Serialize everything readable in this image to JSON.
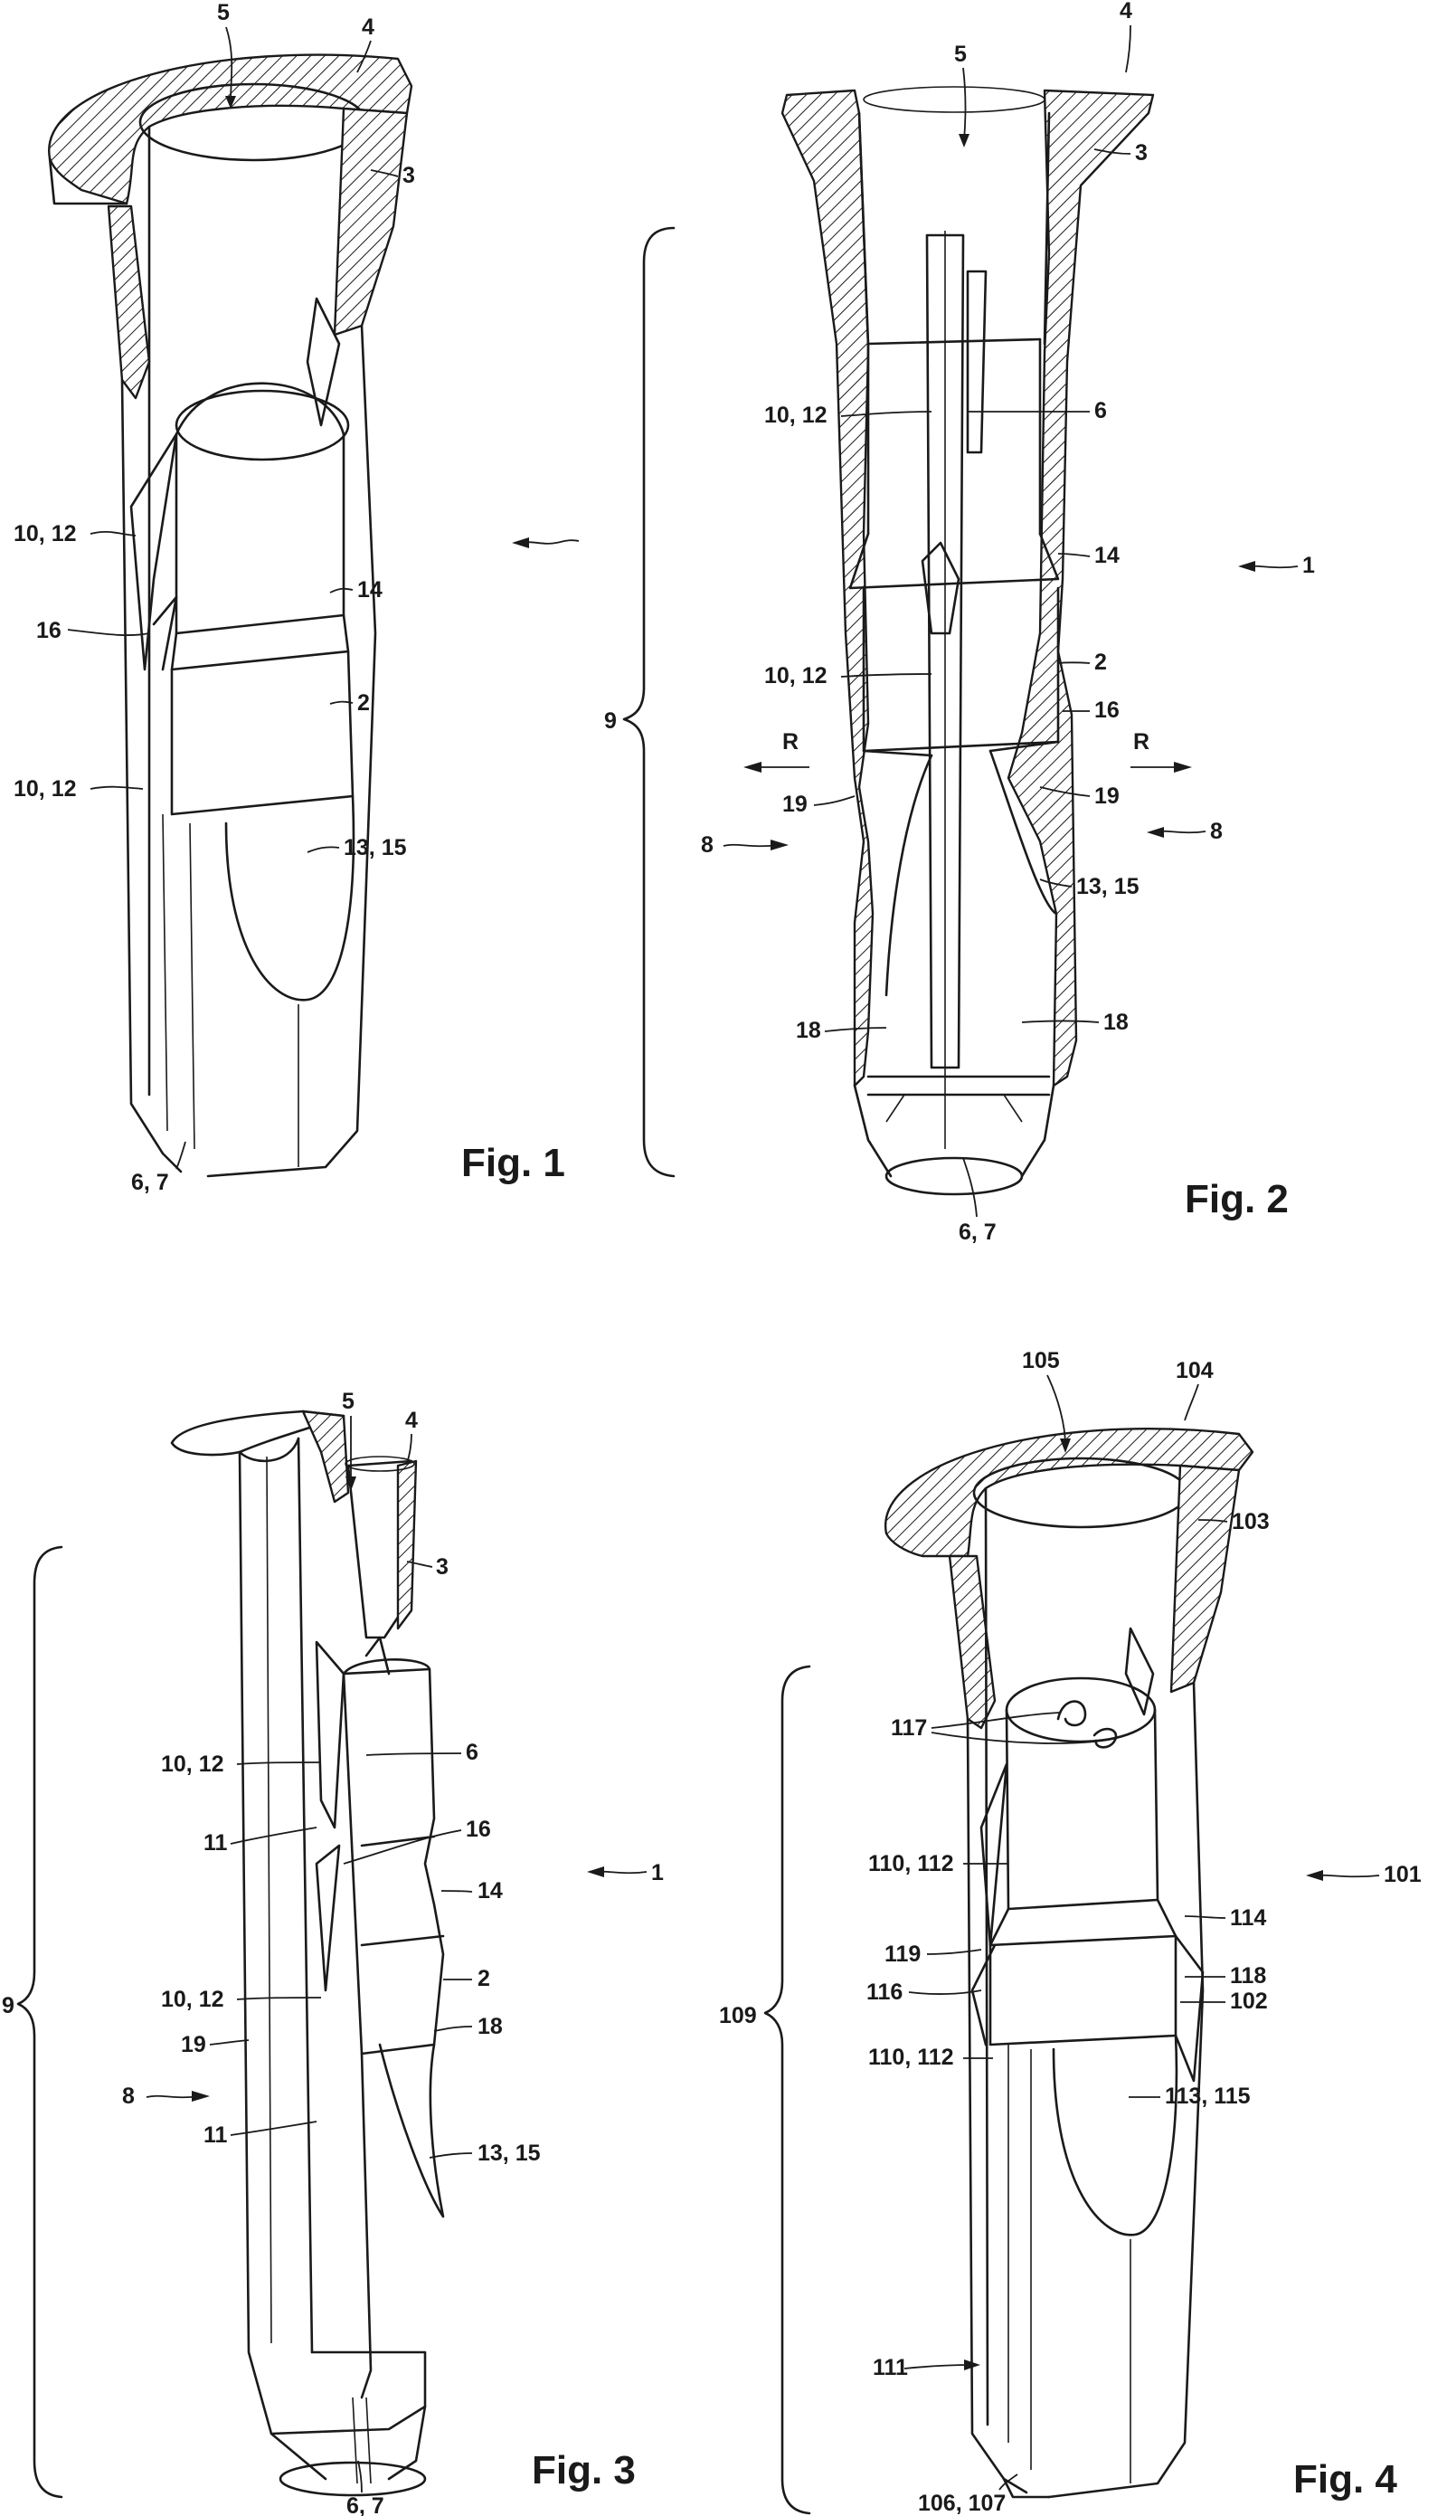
{
  "figures": {
    "fig1": {
      "caption": "Fig. 1",
      "labels": {
        "l5": "5",
        "l4": "4",
        "l3": "3",
        "l10a": "10, 12",
        "l16": "16",
        "l14": "14",
        "l2": "2",
        "l10b": "10, 12",
        "l13": "13, 15",
        "l67": "6, 7"
      }
    },
    "fig2": {
      "caption": "Fig. 2",
      "labels": {
        "l9": "9",
        "l5": "5",
        "l4": "4",
        "l3": "3",
        "l10a": "10, 12",
        "l6": "6",
        "l14": "14",
        "l1": "1",
        "l10b": "10, 12",
        "l2": "2",
        "l16": "16",
        "lRl": "R",
        "lRr": "R",
        "l19l": "19",
        "l19r": "19",
        "l8l": "8",
        "l8r": "8",
        "l1315": "13, 15",
        "l18l": "18",
        "l18r": "18",
        "l67": "6, 7"
      }
    },
    "fig3": {
      "caption": "Fig. 3",
      "labels": {
        "l5": "5",
        "l4": "4",
        "l3": "3",
        "l10a": "10, 12",
        "l6": "6",
        "l11a": "11",
        "l16": "16",
        "l1": "1",
        "l14": "14",
        "l9": "9",
        "l10b": "10, 12",
        "l2": "2",
        "l18": "18",
        "l19": "19",
        "l8": "8",
        "l11b": "11",
        "l1315": "13, 15",
        "l67": "6, 7"
      }
    },
    "fig4": {
      "caption": "Fig. 4",
      "labels": {
        "l105": "105",
        "l104": "104",
        "l103": "103",
        "l117": "117",
        "l110a": "110, 112",
        "l101": "101",
        "l114": "114",
        "l119": "119",
        "l116": "116",
        "l118": "118",
        "l102": "102",
        "l109": "109",
        "l110b": "110, 112",
        "l113": "113, 115",
        "l111": "111",
        "l106": "106, 107"
      }
    }
  }
}
